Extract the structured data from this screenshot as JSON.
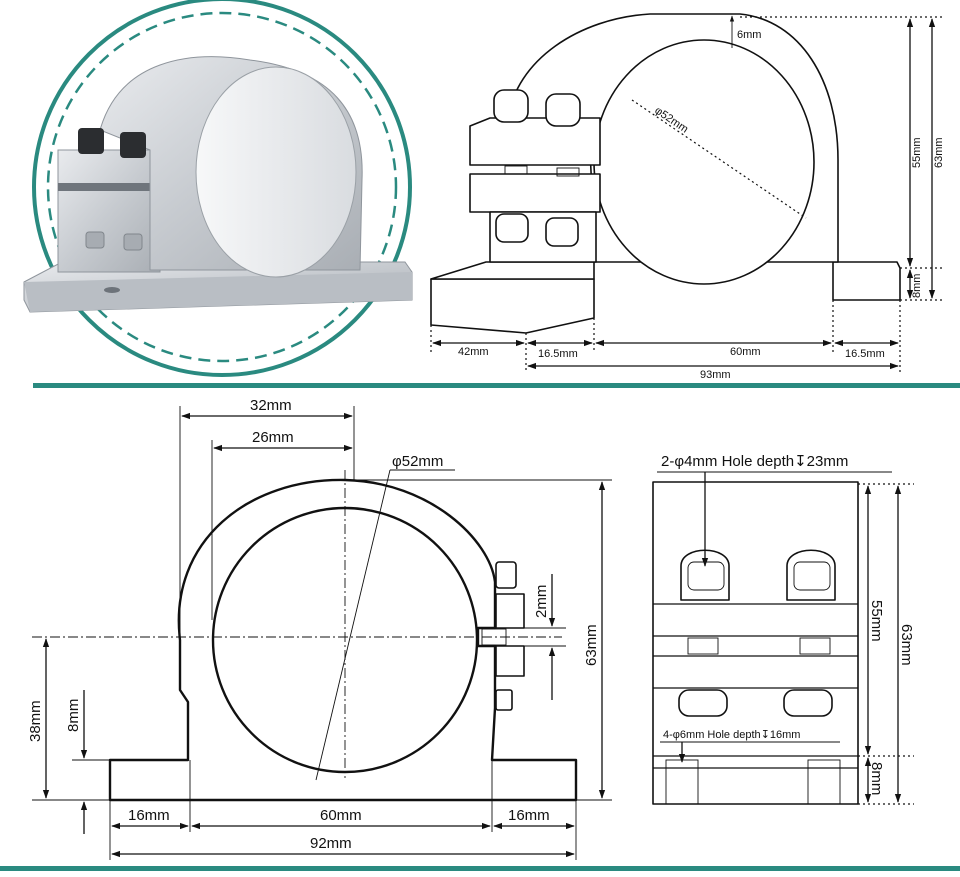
{
  "colors": {
    "accent": "#2a8a80",
    "line": "#111111",
    "metal": "#c9cdd2"
  },
  "iso_view": {
    "top_gap": "6mm",
    "bore": "φ52mm",
    "height_to_axis": "55mm",
    "total_height": "63mm",
    "base_height": "8mm",
    "base_depth": "42mm",
    "flange_left": "16.5mm",
    "bore_width": "60mm",
    "flange_right": "16.5mm",
    "overall_length": "93mm"
  },
  "front_view": {
    "width_top": "32mm",
    "width_slot": "26mm",
    "bore": "φ52mm",
    "slit_gap": "2mm",
    "total_height": "63mm",
    "axis_height": "38mm",
    "base_height": "8mm",
    "flange_left": "16mm",
    "center_span": "60mm",
    "flange_right": "16mm",
    "overall_width": "92mm"
  },
  "side_view": {
    "top_hole_note": "2-φ4mm Hole depth↧23mm",
    "bottom_hole_note": "4-φ6mm Hole depth↧16mm",
    "height_55": "55mm",
    "height_63": "63mm",
    "base_height": "8mm"
  }
}
